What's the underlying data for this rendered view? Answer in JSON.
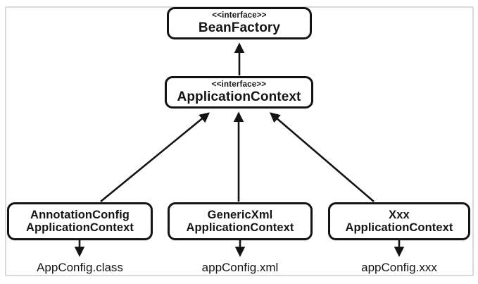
{
  "diagram": {
    "nodes": {
      "bean_factory": {
        "stereotype": "<<interface>>",
        "name": "BeanFactory"
      },
      "application_context": {
        "stereotype": "<<interface>>",
        "name": "ApplicationContext"
      },
      "annotation_config": {
        "line1": "AnnotationConfig",
        "line2": "ApplicationContext"
      },
      "generic_xml": {
        "line1": "GenericXml",
        "line2": "ApplicationContext"
      },
      "xxx": {
        "line1": "Xxx",
        "line2": "ApplicationContext"
      }
    },
    "files": {
      "app_config_class": "AppConfig.class",
      "app_config_xml": "appConfig.xml",
      "app_config_xxx": "appConfig.xxx"
    },
    "colors": {
      "line": "#141414",
      "box_border": "#141414",
      "background": "#ffffff",
      "frame_border": "#d9d9d9"
    }
  }
}
